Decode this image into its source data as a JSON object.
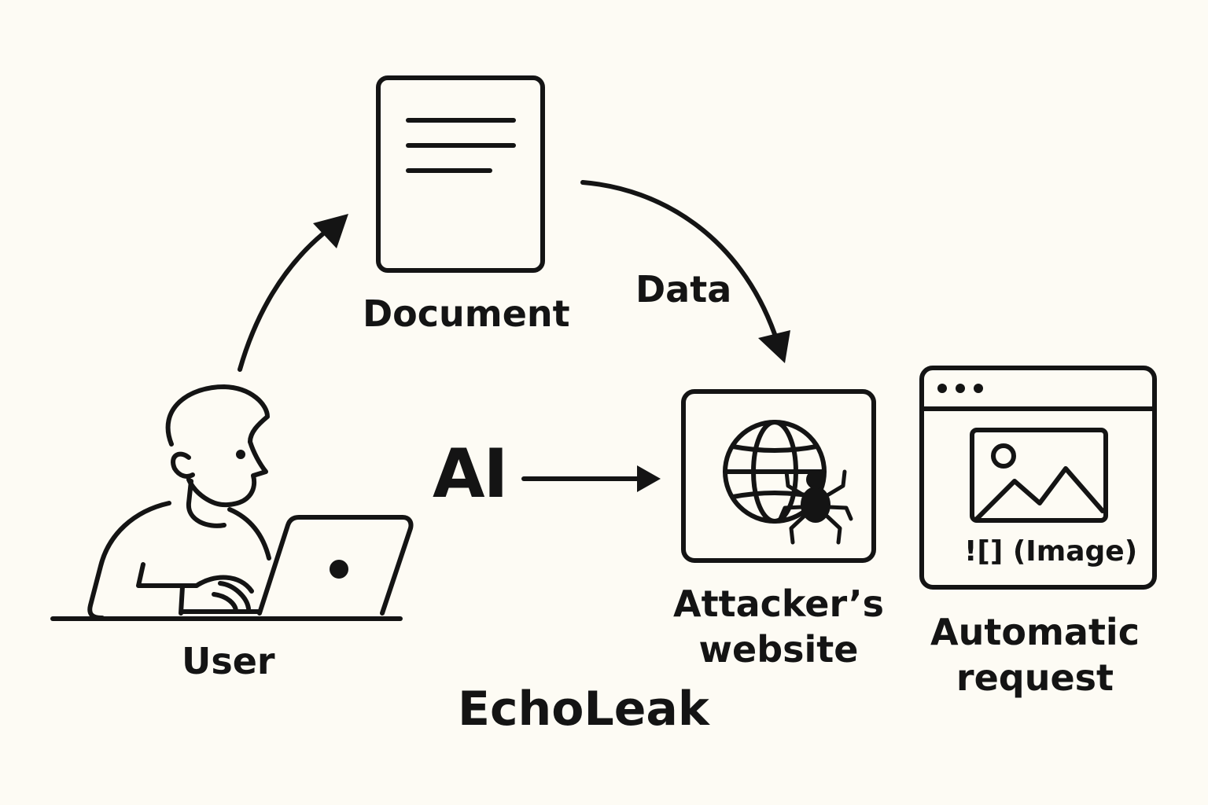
{
  "title": "EchoLeak",
  "nodes": {
    "user": {
      "label": "User",
      "icon": "person-laptop-icon"
    },
    "document": {
      "label": "Document",
      "icon": "document-icon"
    },
    "ai": {
      "label": "AI"
    },
    "attacker": {
      "label": "Attacker’s\nwebsite",
      "icon": "globe-spider-icon"
    },
    "automatic": {
      "label": "Automatic\nrequest",
      "icon": "browser-image-icon",
      "inner_text": "![] (Image)"
    }
  },
  "edges": {
    "user_to_document": {
      "from": "user",
      "to": "document"
    },
    "document_to_attacker": {
      "from": "document",
      "to": "attacker",
      "label": "Data"
    },
    "ai_to_attacker": {
      "from": "ai",
      "to": "attacker"
    }
  },
  "colors": {
    "background": "#FDFBF4",
    "stroke": "#141414"
  }
}
